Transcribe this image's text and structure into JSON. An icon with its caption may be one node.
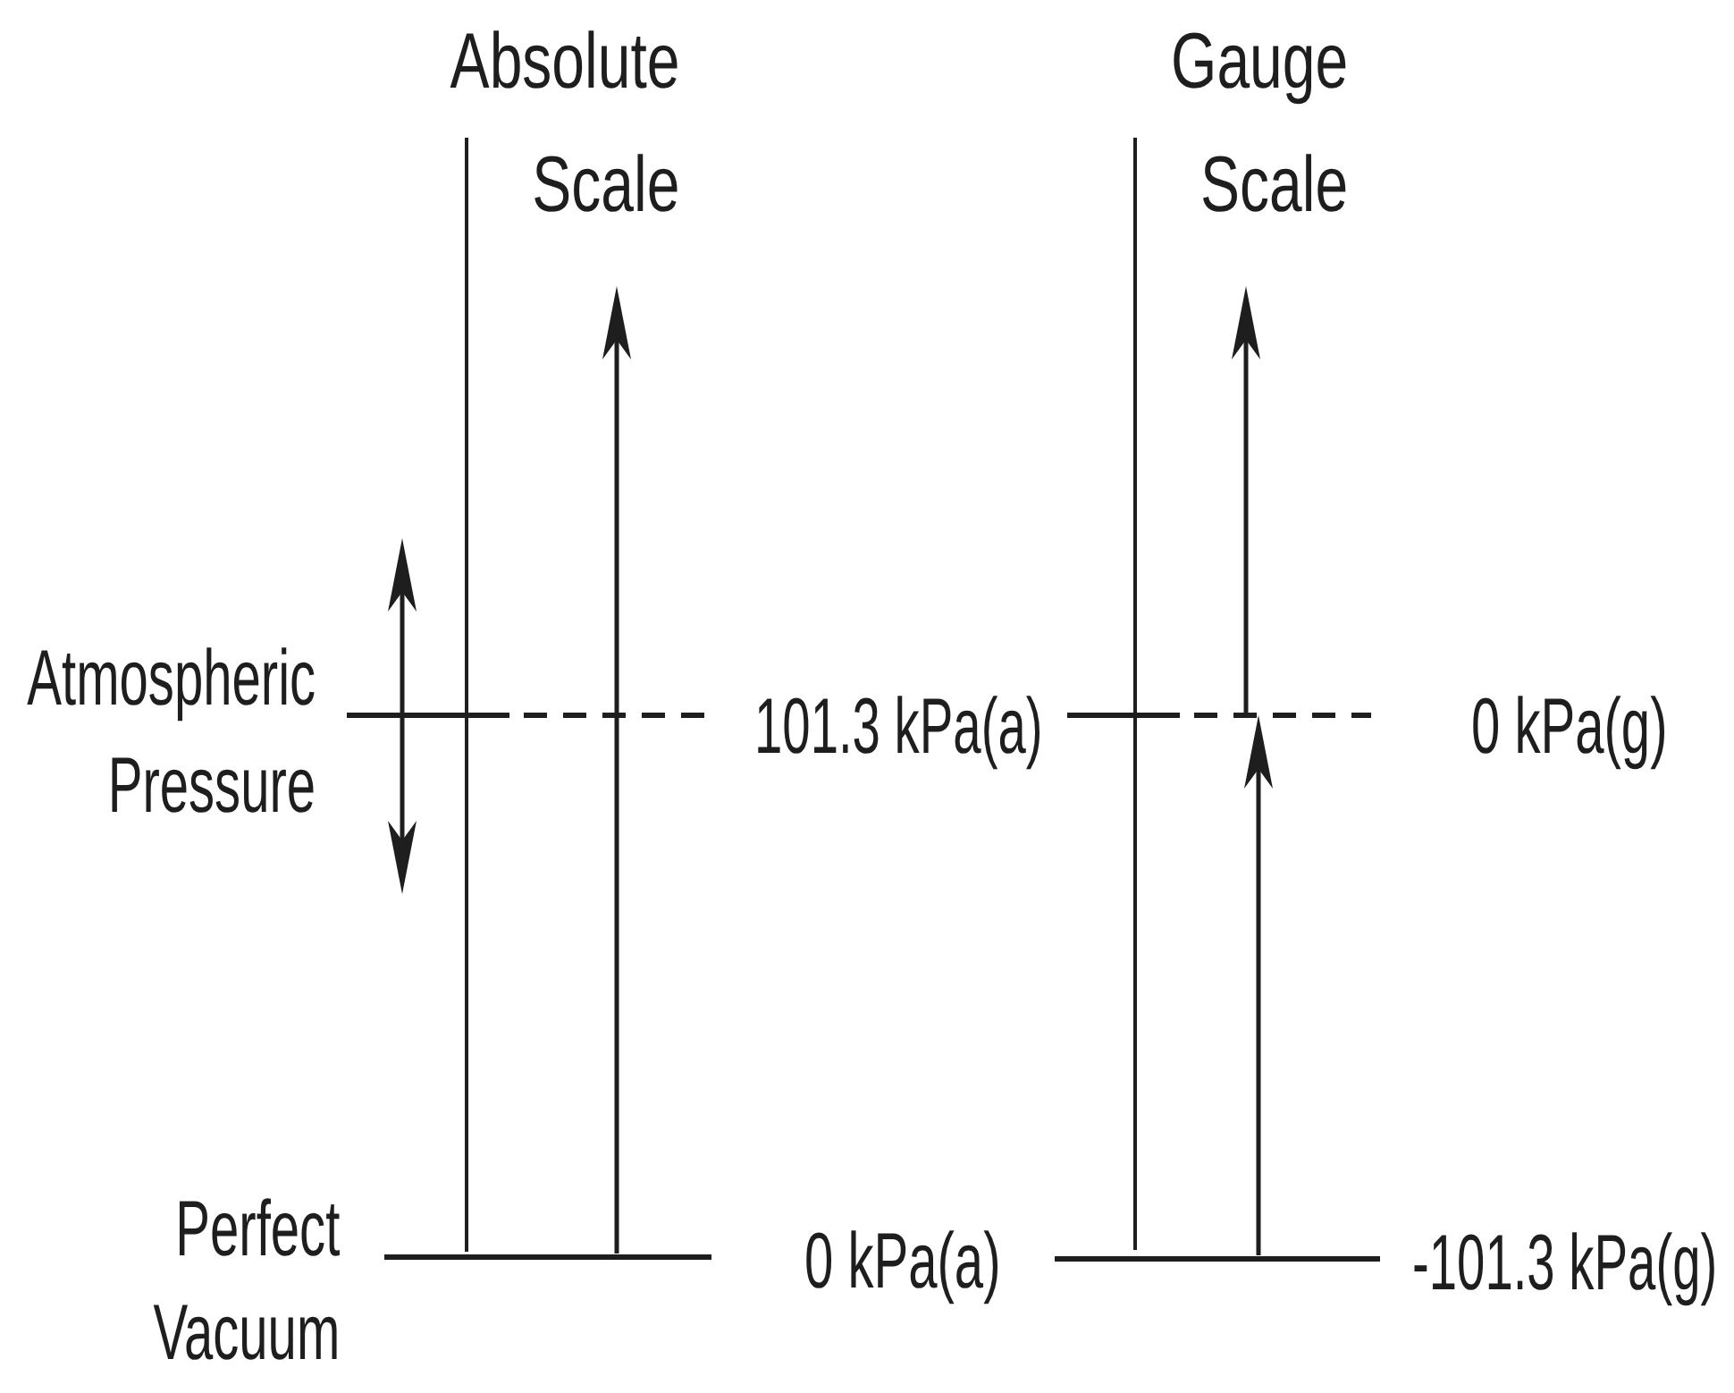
{
  "diagram": {
    "labels": [
      "Absolute Scale",
      "Gauge Scale",
      "Atmospheric Pressure",
      "101.3 kPa(a)",
      "0 kPa(g)",
      "Perfect Vacuum",
      "0 kPa(a)",
      "-101.3 kPa(g)"
    ]
  }
}
